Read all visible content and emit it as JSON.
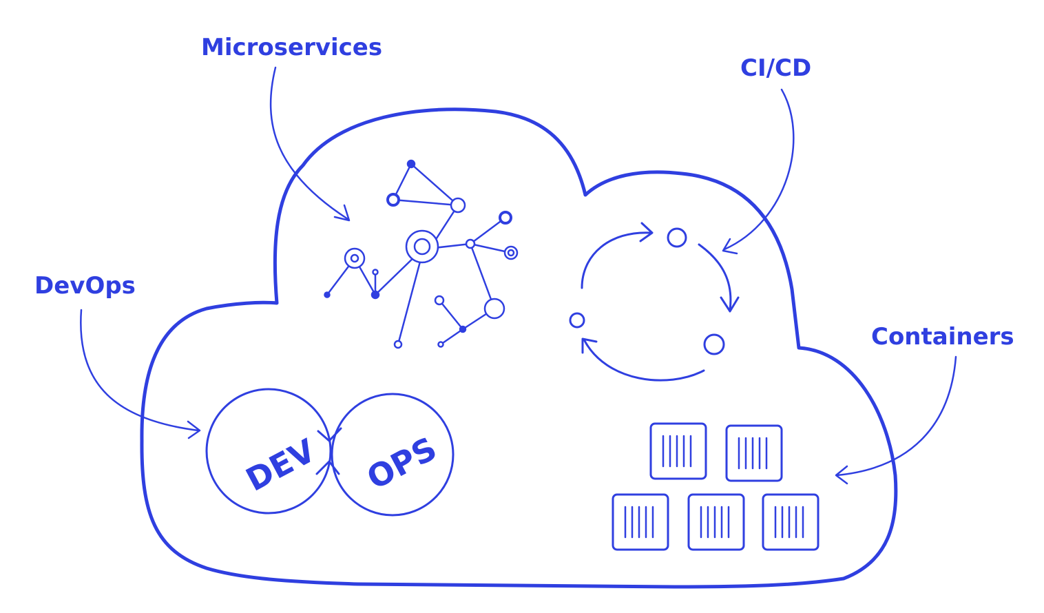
{
  "colors": {
    "ink": "#2f3fe0",
    "background": "#ffffff"
  },
  "labels": {
    "microservices": "Microservices",
    "cicd": "CI/CD",
    "devops": "DevOps",
    "containers": "Containers"
  },
  "devops_loop": {
    "dev": "DEV",
    "ops": "OPS"
  },
  "icons": {
    "cloud": "cloud-outline",
    "network": "microservices-network-icon",
    "cycle": "cicd-cycle-icon",
    "loop": "devops-infinity-icon",
    "containers": "container-stack-icon"
  }
}
